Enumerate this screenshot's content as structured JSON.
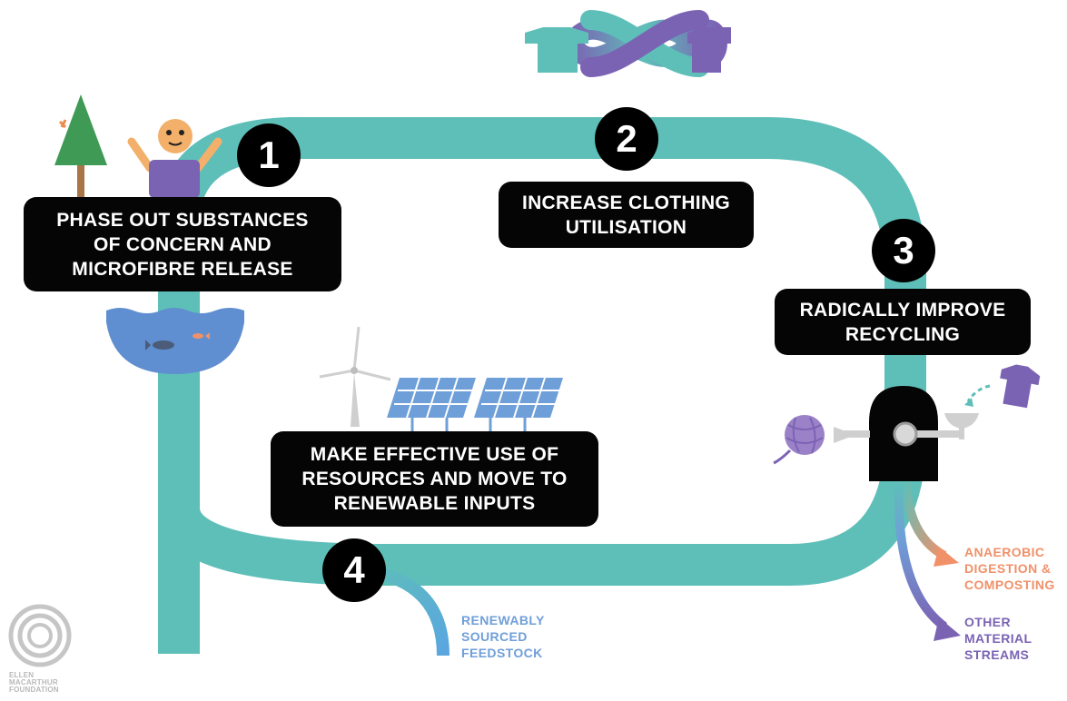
{
  "steps": [
    {
      "number": "1",
      "lines": [
        "PHASE OUT SUBSTANCES",
        "OF CONCERN AND",
        "MICROFIBRE RELEASE"
      ]
    },
    {
      "number": "2",
      "lines": [
        "INCREASE CLOTHING",
        "UTILISATION"
      ]
    },
    {
      "number": "3",
      "lines": [
        "RADICALLY IMPROVE",
        "RECYCLING"
      ]
    },
    {
      "number": "4",
      "lines": [
        "MAKE EFFECTIVE USE OF",
        "RESOURCES AND MOVE TO",
        "RENEWABLE INPUTS"
      ]
    }
  ],
  "flows": {
    "feedstock": {
      "lines": [
        "RENEWABLY",
        "SOURCED",
        "FEEDSTOCK"
      ],
      "color": "#6f9fd8"
    },
    "anaerobic": {
      "lines": [
        "ANAEROBIC",
        "DIGESTION &",
        "COMPOSTING"
      ],
      "color": "#f0916a"
    },
    "other": {
      "lines": [
        "OTHER",
        "MATERIAL",
        "STREAMS"
      ],
      "color": "#7b63b4"
    }
  },
  "logo": {
    "lines": [
      "ELLEN",
      "MACARTHUR",
      "FOUNDATION"
    ]
  },
  "colors": {
    "loop": "#5ebfb8",
    "box": "#050505",
    "purple": "#7b63b4",
    "teal": "#5ebfb8",
    "water": "#5f8fd0",
    "panel": "#6f9fd8"
  },
  "icons": [
    "tree-icon",
    "person-icon",
    "infinity-shirts-icon",
    "water-fish-icon",
    "wind-turbine-icon",
    "solar-panel-icon",
    "yarn-ball-icon",
    "recycling-machine-icon",
    "shirt-icon"
  ]
}
